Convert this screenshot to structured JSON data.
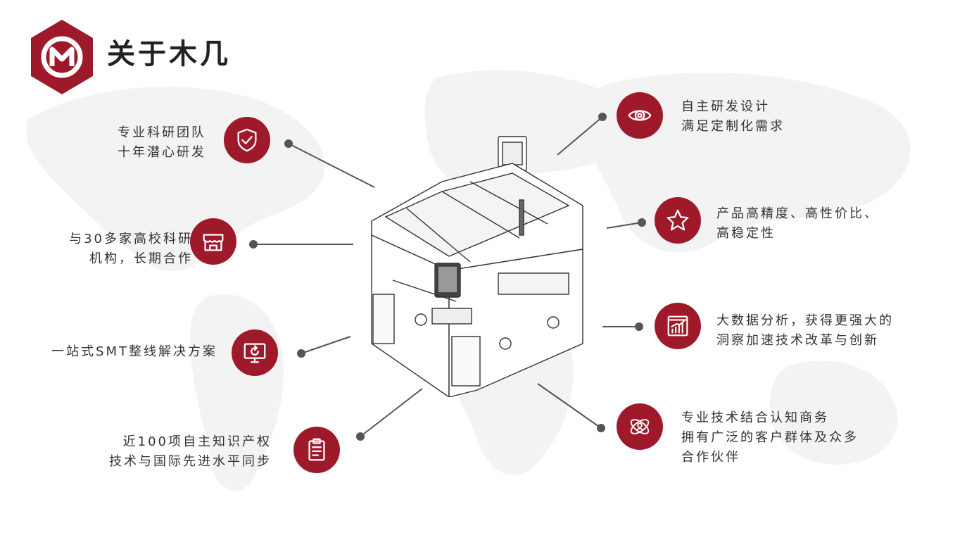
{
  "brand": {
    "title": "关于木几",
    "logo_letter": "M",
    "accent": "#9e1a2a"
  },
  "features": {
    "left": [
      {
        "lines": [
          "专业科研团队",
          "十年潜心研发"
        ],
        "icon": "shield-check-icon"
      },
      {
        "lines": [
          "与30多家高校科研",
          "机构，长期合作"
        ],
        "icon": "storefront-icon"
      },
      {
        "lines": [
          "一站式SMT整线解决方案"
        ],
        "icon": "monitor-refresh-icon"
      },
      {
        "lines": [
          "近100项自主知识产权",
          "技术与国际先进水平同步"
        ],
        "icon": "clipboard-icon"
      }
    ],
    "right": [
      {
        "lines": [
          "自主研发设计",
          "满足定制化需求"
        ],
        "icon": "eye-icon"
      },
      {
        "lines": [
          "产品高精度、高性价比、",
          "高稳定性"
        ],
        "icon": "star-icon"
      },
      {
        "lines": [
          "大数据分析，获得更强大的",
          "洞察加速技术改革与创新"
        ],
        "icon": "bar-chart-icon"
      },
      {
        "lines": [
          "专业技术结合认知商务",
          "拥有广泛的客户群体及众多",
          "合作伙伴"
        ],
        "icon": "orbit-user-icon"
      }
    ]
  }
}
